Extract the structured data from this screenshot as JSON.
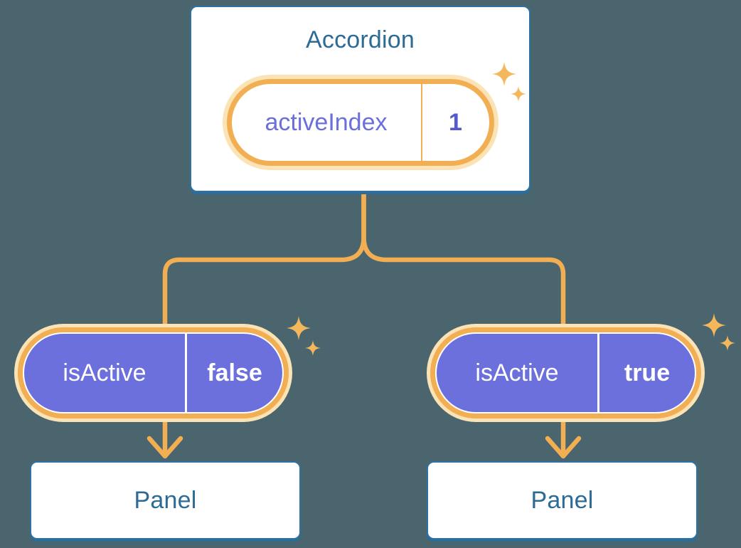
{
  "tree": {
    "root": {
      "title": "Accordion",
      "state": {
        "label": "activeIndex",
        "value": "1"
      }
    },
    "children": [
      {
        "prop": {
          "label": "isActive",
          "value": "false"
        },
        "panel_label": "Panel"
      },
      {
        "prop": {
          "label": "isActive",
          "value": "true"
        },
        "panel_label": "Panel"
      }
    ]
  },
  "icons": {
    "sparkle": "sparkle-icon"
  },
  "colors": {
    "background": "#4A656D",
    "card_border_blue": "#2F72A2",
    "title_blue": "#2D6B97",
    "connector_orange": "#F2AE52",
    "pill_glow": "#FCE3B6",
    "pill_purple": "#6B70DC",
    "state_label_purple": "#6A6FDB",
    "state_value_purple": "#5459D1",
    "sparkle_orange": "#F5B75C"
  }
}
